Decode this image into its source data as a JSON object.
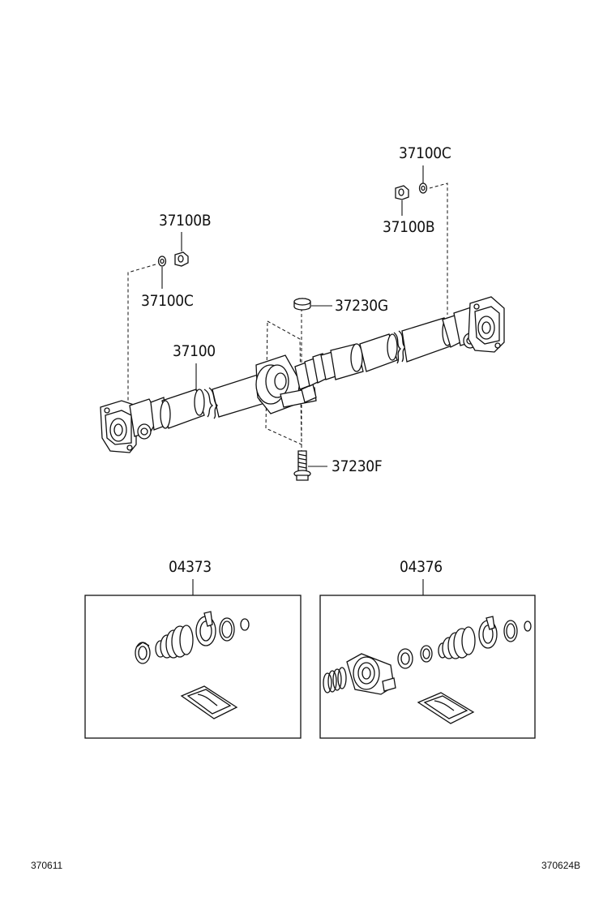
{
  "callouts": {
    "nut_top_right": "37100C",
    "flange_nut_top_right": "37100B",
    "flange_nut_top_left": "37100B",
    "nut_top_left": "37100C",
    "propeller_shaft": "37100",
    "bearing_cushion": "37230G",
    "bearing_bolt": "37230F",
    "boot_kit_left": "04373",
    "boot_kit_right": "04376"
  },
  "footer": {
    "left_code": "370611",
    "right_code": "370624B"
  }
}
